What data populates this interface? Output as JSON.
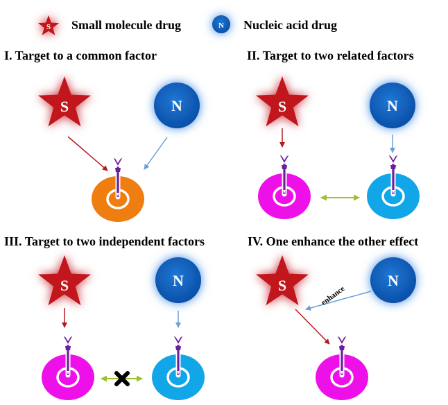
{
  "legend": {
    "small_molecule": {
      "symbol": "S",
      "label": "Small molecule drug"
    },
    "nucleic_acid": {
      "symbol": "N",
      "label": "Nucleic acid drug"
    }
  },
  "panels": [
    {
      "title": "I. Target to a common factor"
    },
    {
      "title": "II. Target to two related factors"
    },
    {
      "title": "III. Target to two independent factors"
    },
    {
      "title": "IV. One enhance the other effect",
      "arrow_label": "enhance"
    }
  ],
  "colors": {
    "star": "#c0121b",
    "circle": "#1565c0",
    "orange_target": "#f07d0f",
    "magenta_target": "#ee10e8",
    "cyan_target": "#11a6e8",
    "dart": "#6a1f9c",
    "red_arrow": "#b01c22",
    "blue_arrow": "#6a9fd6",
    "green_arrow": "#9bc12f"
  }
}
